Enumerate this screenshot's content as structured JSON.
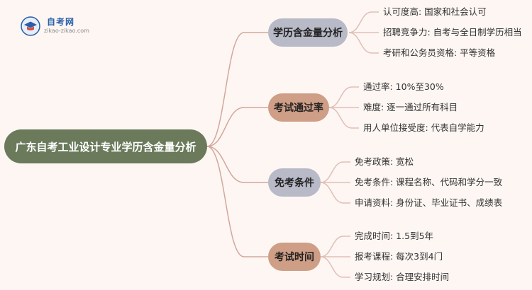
{
  "logo": {
    "name": "自考网",
    "url": "zikao-zikao.com",
    "icon": "graduation-cap-icon"
  },
  "root": "广东自考工业设计专业学历含金量分析",
  "branches": [
    {
      "label": "学历含金量分析",
      "color": "#b8bac8",
      "leaves": [
        "认可度高: 国家和社会认可",
        "招聘竞争力: 自考与全日制学历相当",
        "考研和公务员资格: 平等资格"
      ]
    },
    {
      "label": "考试通过率",
      "color": "#cf9e86",
      "leaves": [
        "通过率: 10%至30%",
        "难度: 逐一通过所有科目",
        "用人单位接受度: 代表自学能力"
      ]
    },
    {
      "label": "免考条件",
      "color": "#b8bac8",
      "leaves": [
        "免考政策: 宽松",
        "免考条件: 课程名称、代码和学分一致",
        "申请资料: 身份证、毕业证书、成绩表"
      ]
    },
    {
      "label": "考试时间",
      "color": "#cf9e86",
      "leaves": [
        "完成时间: 1.5到5年",
        "报考课程: 每次3到4门",
        "学习规划: 合理安排时间"
      ]
    }
  ]
}
